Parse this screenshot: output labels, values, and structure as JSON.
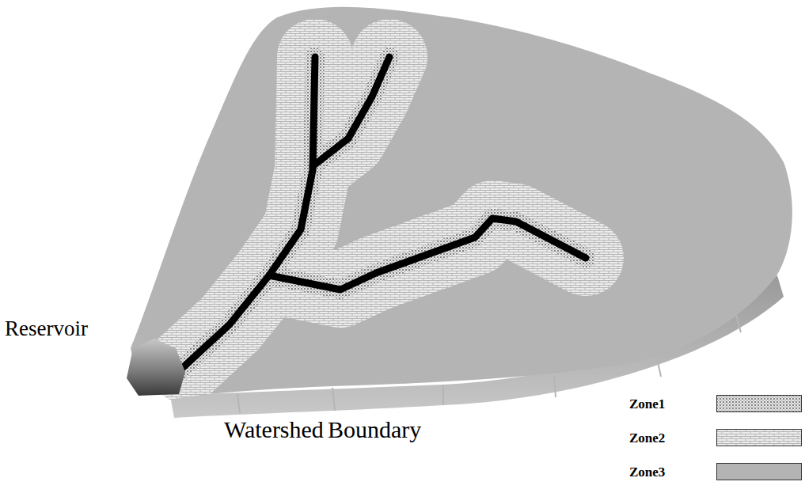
{
  "diagram": {
    "labels": [
      "Reservoir",
      "Watershed",
      "Boundary"
    ],
    "legend": [
      {
        "text": "Zone1"
      },
      {
        "text": "Zone2"
      },
      {
        "text": "Zone3",
        "color": "#b4b4b4"
      }
    ]
  }
}
